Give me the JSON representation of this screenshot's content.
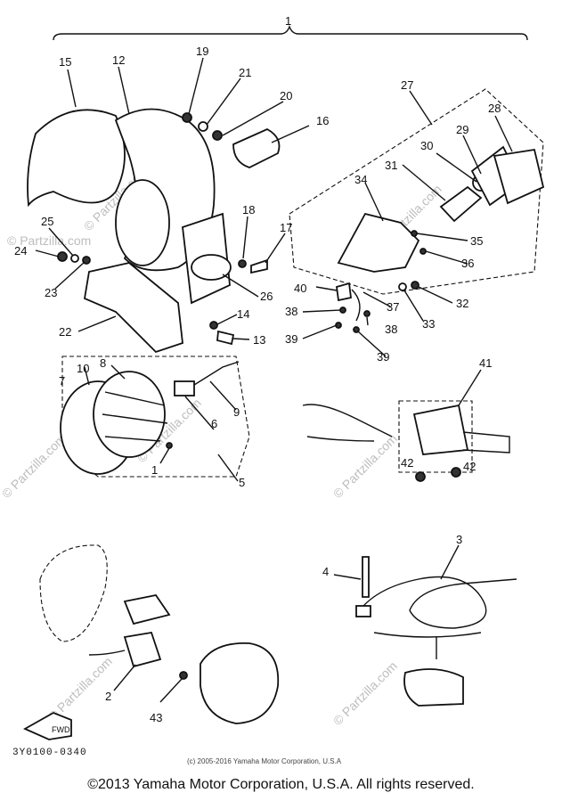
{
  "callouts": {
    "n1": "1",
    "n2": "2",
    "n3": "3",
    "n4": "4",
    "n5": "5",
    "n6": "6",
    "n7": "7",
    "n8": "8",
    "n9": "9",
    "n10": "10",
    "n11": "1",
    "n12": "12",
    "n13": "13",
    "n14": "14",
    "n15": "15",
    "n16": "16",
    "n17": "17",
    "n18": "18",
    "n19": "19",
    "n20": "20",
    "n21": "21",
    "n22": "22",
    "n23": "23",
    "n24": "24",
    "n25": "25",
    "n26": "26",
    "n27": "27",
    "n28": "28",
    "n29": "29",
    "n30": "30",
    "n31": "31",
    "n32": "32",
    "n33": "33",
    "n34": "34",
    "n35": "35",
    "n36": "36",
    "n37": "37",
    "n38a": "38",
    "n38b": "38",
    "n39a": "39",
    "n39b": "39",
    "n40": "40",
    "n41": "41",
    "n42a": "42",
    "n42b": "42",
    "n43": "43"
  },
  "watermark": "© Partzilla.com",
  "diagram_code": "3Y0100-0340",
  "small_copyright": "(c) 2005-2016 Yamaha Motor Corporation, U.S.A",
  "footer": "©2013 Yamaha Motor Corporation, U.S.A. All rights reserved.",
  "arrow_label": "FWD"
}
